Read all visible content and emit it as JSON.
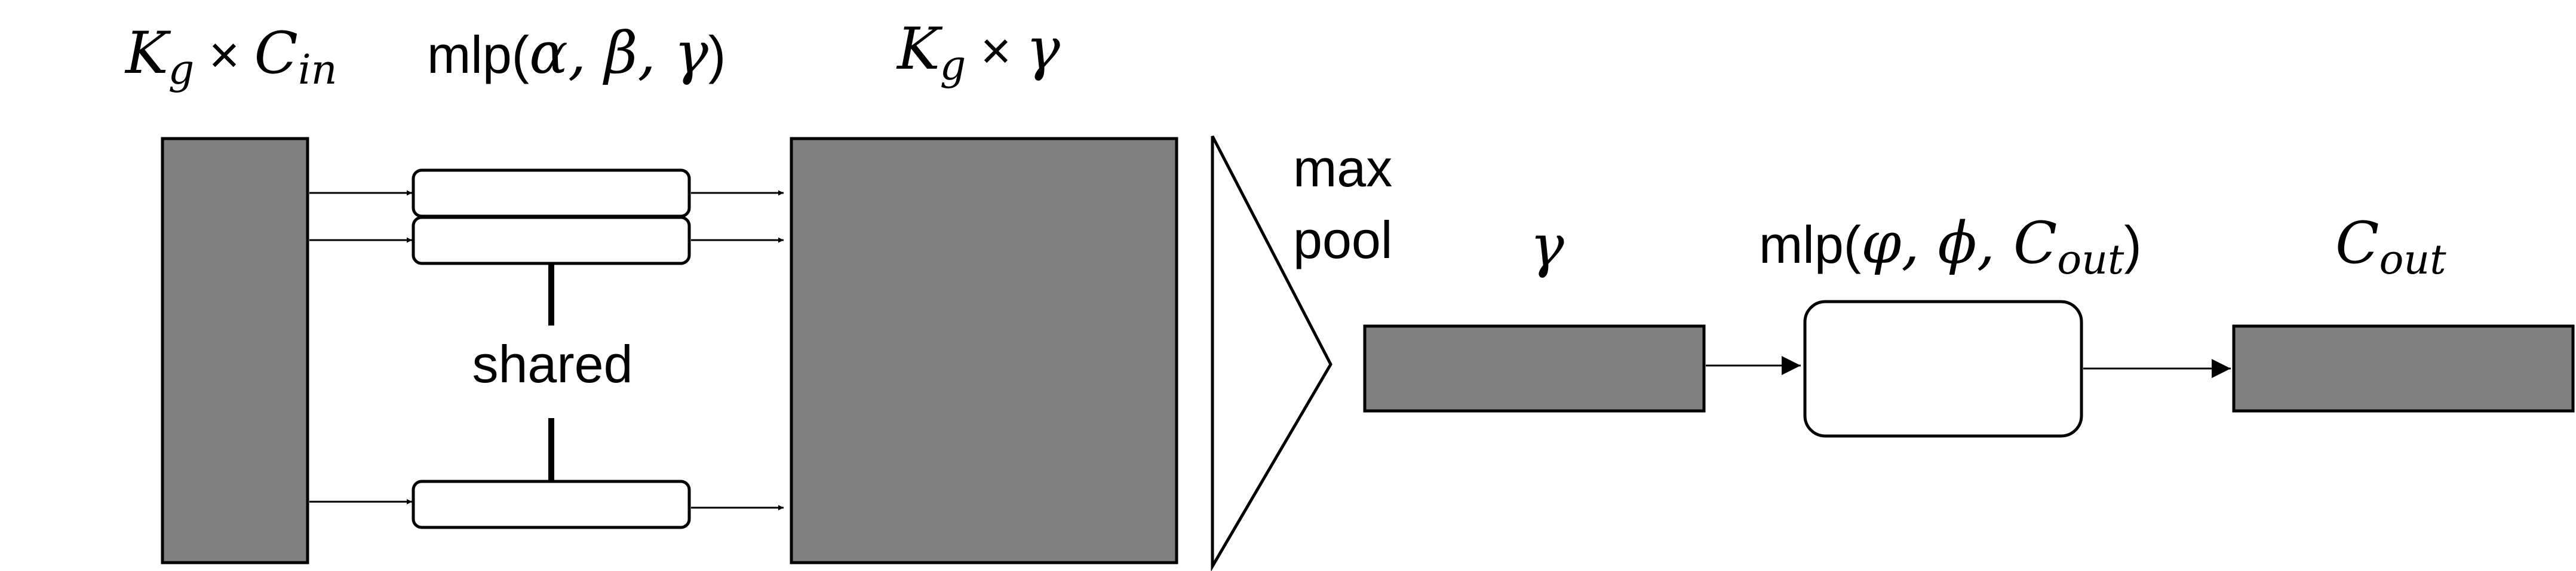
{
  "labels": {
    "input_kg": "K",
    "input_kg_sub": "g",
    "input_times": " × ",
    "input_c": "C",
    "input_c_sub": "in",
    "mlp1_prefix": "mlp(",
    "mlp1_args": "α, β, γ",
    "mlp1_suffix": ")",
    "mid_kg": "K",
    "mid_kg_sub": "g",
    "mid_times": " × ",
    "mid_gamma": "γ",
    "shared": "shared",
    "maxpool_line1": "max",
    "maxpool_line2": "pool",
    "gamma": "γ",
    "mlp2_prefix": "mlp(",
    "mlp2_args": "φ, ϕ, C",
    "mlp2_sub": "out",
    "mlp2_suffix": ")",
    "out_c": "C",
    "out_c_sub": "out"
  },
  "colors": {
    "block_fill": "#808080",
    "stroke": "#000000",
    "background": "#ffffff"
  }
}
